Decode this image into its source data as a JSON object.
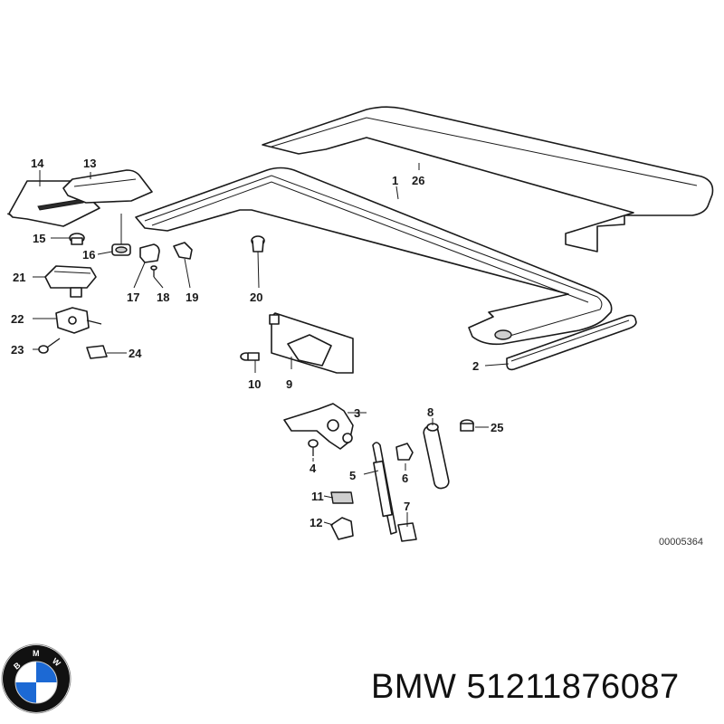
{
  "diagram": {
    "callouts": [
      "1",
      "2",
      "3",
      "4",
      "5",
      "6",
      "7",
      "8",
      "9",
      "10",
      "11",
      "12",
      "13",
      "14",
      "15",
      "16",
      "17",
      "18",
      "19",
      "20",
      "21",
      "22",
      "23",
      "24",
      "25",
      "26"
    ],
    "reference_code": "00005364"
  },
  "footer": {
    "brand": "BMW",
    "part_number": "51211876087",
    "logo_text": "BMW",
    "logo_colors": {
      "ring": "#111111",
      "blue": "#1c69d4",
      "white": "#ffffff"
    }
  }
}
